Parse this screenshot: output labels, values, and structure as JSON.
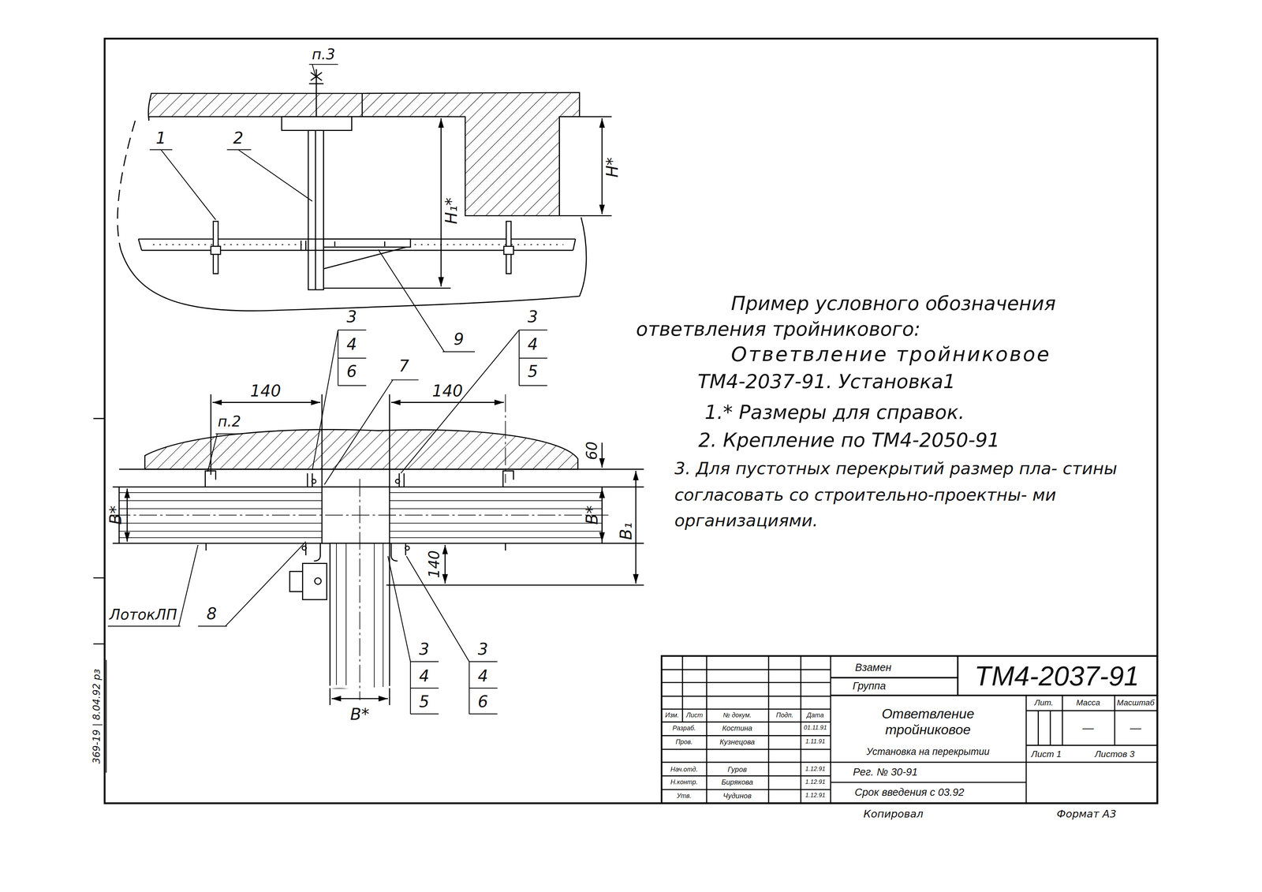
{
  "diagram": {
    "labels": [
      "п.3",
      "1",
      "2",
      "Н₁*",
      "Н*",
      "9",
      "3",
      "4",
      "6",
      "7",
      "3",
      "4",
      "5",
      "140",
      "140",
      "п.2",
      "60",
      "В*",
      "В*",
      "В₁",
      "140",
      "ЛотокЛП",
      "8",
      "3",
      "4",
      "5",
      "3",
      "4",
      "6",
      "В*",
      "369-19 | 8.04.92 рз",
      "Пример условного обозначения",
      "ответвления тройникового:",
      "Ответвление тройниковое",
      "ТМ4-2037-91. Установка1",
      "1.* Размеры для справок.",
      "2. Крепление по ТМ4-2050-91",
      "3. Для пустотных перекрытий размер пла- стины согласовать со строительно-проектны- ми организациями.",
      "Взамен",
      "Группа",
      "ТМ4-2037-91",
      "Ответвление тройниковое",
      "Установка на перекрытии",
      "Лит.",
      "Масса",
      "Масштаб",
      "—",
      "—",
      "Лист 1",
      "Листов 3",
      "Рег. № 30-91",
      "Срок введения с 03.92",
      "Изм.",
      "Лист",
      "№ докум.",
      "Подп.",
      "Дата",
      "Разраб.",
      "Костина",
      "01.11.91",
      "Пров.",
      "Кузнецова",
      "1.11.91",
      "Нач.отд.",
      "Гуров",
      "1.12.91",
      "Н.контр.",
      "Бирякова",
      "1.12.91",
      "Утв.",
      "Чудинов",
      "1.12.91",
      "Копировал",
      "Формат А3"
    ]
  }
}
